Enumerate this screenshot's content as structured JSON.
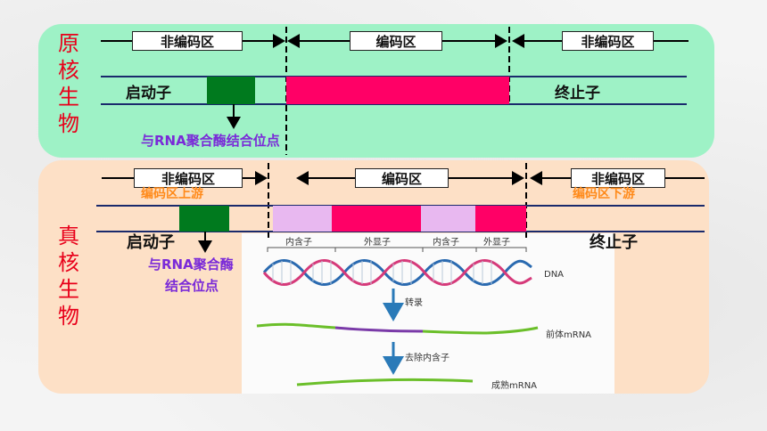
{
  "prokaryote": {
    "label_chars": [
      "原",
      "核",
      "生",
      "物"
    ],
    "noncoding_left": "非编码区",
    "coding": "编码区",
    "noncoding_right": "非编码区",
    "promoter": "启动子",
    "terminator": "终止子",
    "rna_pol_site": "与RNA聚合酶结合位点",
    "colors": {
      "promoter": "#007a1e",
      "coding": "#ff0066"
    }
  },
  "eukaryote": {
    "label_chars": [
      "真",
      "核",
      "生",
      "物"
    ],
    "noncoding_left": "非编码区",
    "coding": "编码区",
    "noncoding_right": "非编码区",
    "upstream": "编码区上游",
    "downstream": "编码区下游",
    "promoter": "启动子",
    "terminator": "终止子",
    "rna_pol_site_line1": "与RNA聚合酶",
    "rna_pol_site_line2": "结合位点",
    "colors": {
      "intron": "#e8b8f0",
      "exon": "#ff0066",
      "promoter": "#007a1e"
    }
  },
  "inset": {
    "intron1": "内含子",
    "exon1": "外显子",
    "intron2": "内含子",
    "exon2": "外显子",
    "dna": "DNA",
    "transcription": "转录",
    "pre_mrna": "前体mRNA",
    "remove_introns": "去除内含子",
    "mature_mrna": "成熟mRNA"
  }
}
